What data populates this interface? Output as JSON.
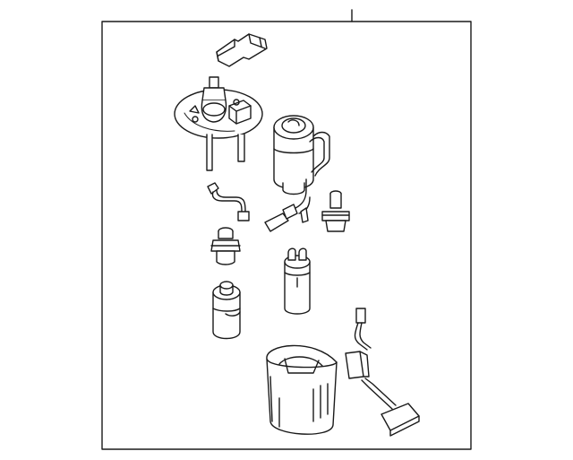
{
  "diagram": {
    "frame_stroke": "#1a1a1a",
    "background": "#ffffff",
    "parts": [
      {
        "name": "retainer-clip"
      },
      {
        "name": "pump-flange"
      },
      {
        "name": "fuel-filter"
      },
      {
        "name": "wire-harness"
      },
      {
        "name": "pressure-regulator"
      },
      {
        "name": "check-valve"
      },
      {
        "name": "fuel-pump"
      },
      {
        "name": "strainer"
      },
      {
        "name": "reservoir-bucket"
      },
      {
        "name": "fuel-level-sender"
      }
    ]
  }
}
